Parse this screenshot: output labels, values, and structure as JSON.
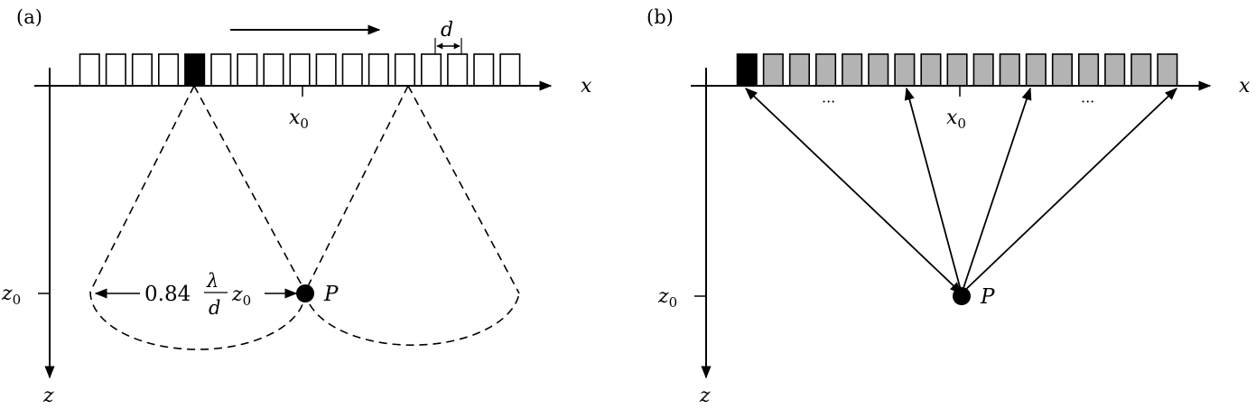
{
  "colors": {
    "ink": "#000000",
    "active_element": "#000000",
    "passive_element_a": "#ffffff",
    "passive_element_b": "#b3b3b3"
  },
  "panel_a": {
    "label": "(a)",
    "x_axis": "x",
    "z_axis": "z",
    "x0_label": "x",
    "x0_sub": "0",
    "z0_label": "z",
    "z0_sub": "0",
    "pitch_label": "d",
    "point_label": "P",
    "width_coef": "0.84",
    "width_num": "λ",
    "width_den": "d",
    "width_z": "z",
    "width_z_sub": "0",
    "element_count": 17,
    "active_index": 4
  },
  "panel_b": {
    "label": "(b)",
    "x_axis": "x",
    "z_axis": "z",
    "x0_label": "x",
    "x0_sub": "0",
    "z0_label": "z",
    "z0_sub": "0",
    "point_label": "P",
    "ellipsis_left": "···",
    "ellipsis_right": "···",
    "element_count": 17,
    "active_index": 0
  }
}
